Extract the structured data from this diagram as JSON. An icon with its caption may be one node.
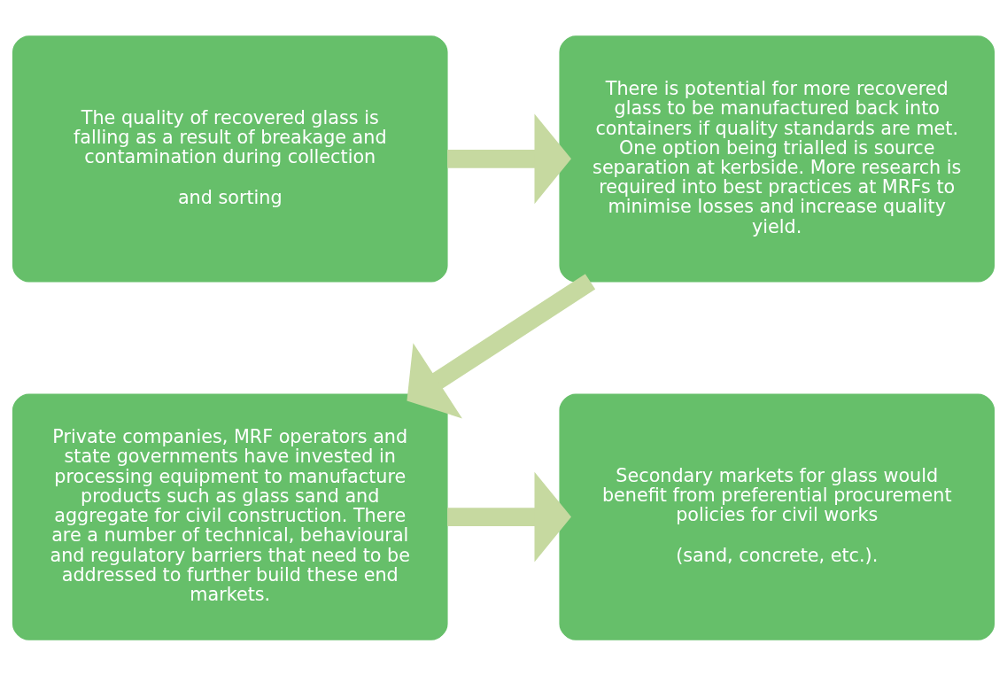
{
  "diagram": {
    "nodes": [
      {
        "text": [
          "The quality of recovered glass is falling as a result of breakage and contamination during collection",
          "and sorting"
        ]
      },
      {
        "text": [
          "There is potential for more recovered glass to be manufactured back into containers if quality standards are met. One option being trialled is source separation at kerbside. More research is required into best practices at MRFs to minimise losses and increase quality yield."
        ]
      },
      {
        "text": [
          "Secondary markets for glass would benefit from preferential procurement policies for civil works",
          "(sand, concrete, etc.)."
        ]
      },
      {
        "text": [
          "Private companies, MRF operators and state governments have invested in processing equipment to manufacture products such as glass sand and aggregate for civil construction. There are a number of technical, behavioural and regulatory barriers that need to be addressed to further build these end markets."
        ]
      }
    ],
    "edges": [
      {
        "from": 0,
        "to": 1,
        "arrow": "to"
      },
      {
        "from": 1,
        "to": 3,
        "arrow": "to"
      },
      {
        "from": 3,
        "to": 2,
        "arrow": "to"
      }
    ]
  }
}
